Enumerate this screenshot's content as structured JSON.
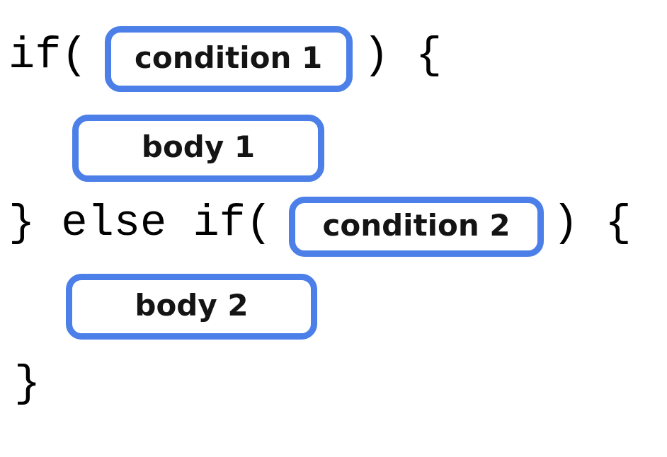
{
  "diagram": {
    "colors": {
      "slot_border": "#4C80E8",
      "code_text": "#000000",
      "label_text": "#141414",
      "background": "#ffffff"
    },
    "lines": {
      "line1": {
        "prefix": "if(",
        "slot_label": "condition 1",
        "suffix": ") {"
      },
      "line2": {
        "slot_label": "body 1"
      },
      "line3": {
        "prefix": "} else if(",
        "slot_label": "condition 2",
        "suffix": ") {"
      },
      "line4": {
        "slot_label": "body 2"
      },
      "line5": {
        "text": "}"
      }
    }
  }
}
